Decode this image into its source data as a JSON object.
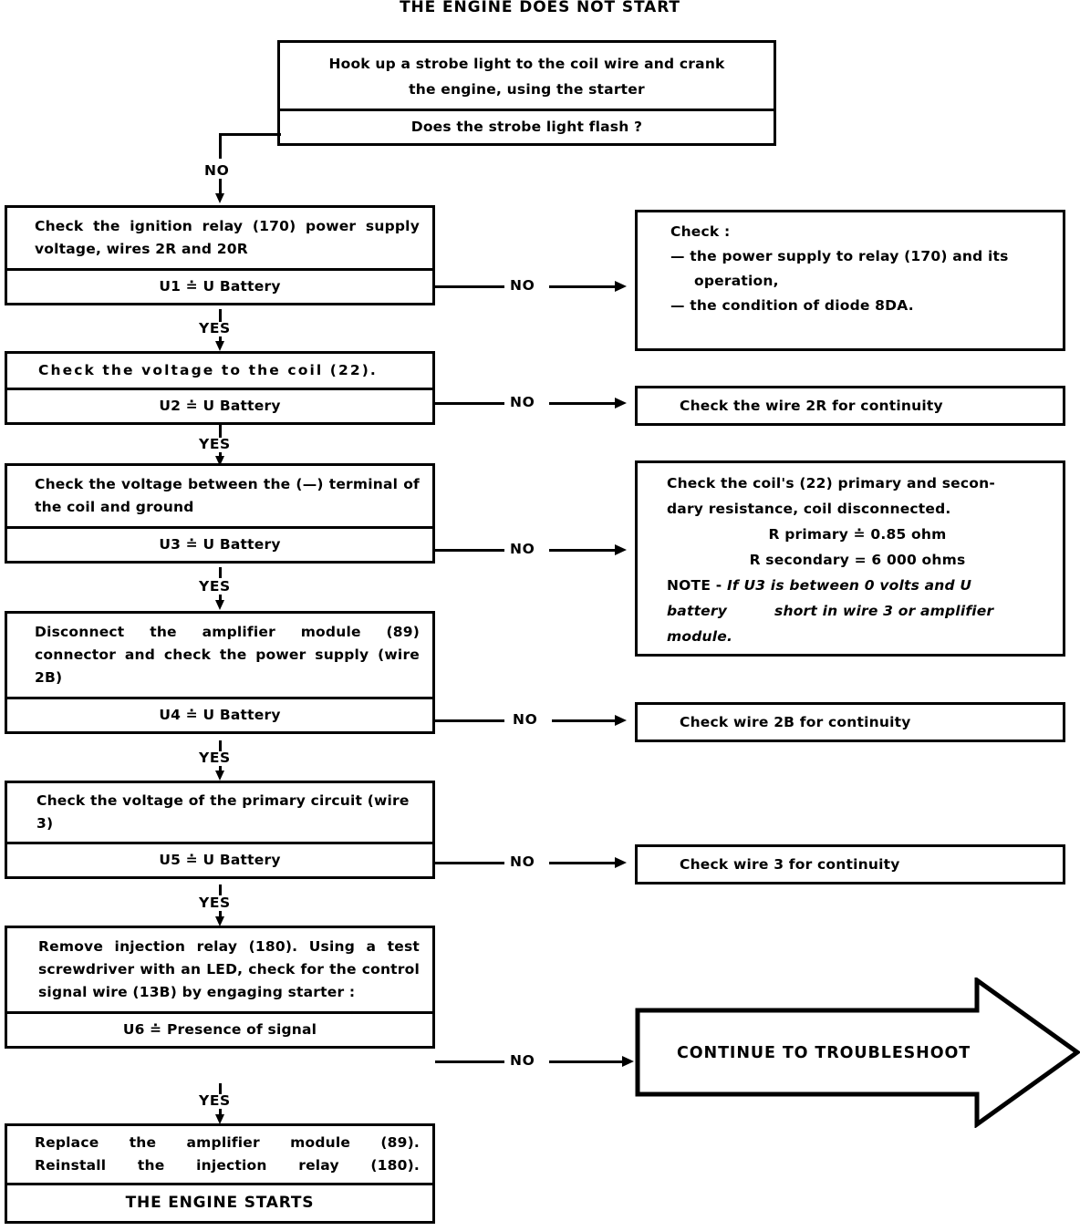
{
  "title": "THE ENGINE DOES NOT START",
  "labels": {
    "no": "NO",
    "yes": "YES"
  },
  "start": {
    "instruction": "Hook up a strobe light to the coil wire and crank the engine, using the starter",
    "question": "Does the strobe light flash ?"
  },
  "steps": [
    {
      "id": "u1",
      "instruction": "Check the ignition relay (170) power supply voltage, wires 2R and 20R",
      "condition": "U1 ≐ U Battery"
    },
    {
      "id": "u2",
      "instruction": "Check the voltage to the coil (22).",
      "condition": "U2 ≐ U Battery"
    },
    {
      "id": "u3",
      "instruction": "Check the voltage between the (—) terminal of the coil and ground",
      "condition": "U3 ≐ U Battery"
    },
    {
      "id": "u4",
      "instruction": "Disconnect the amplifier module (89) connector and check the power supply (wire 2B)",
      "condition": "U4 ≐ U Battery"
    },
    {
      "id": "u5",
      "instruction": "Check the voltage of the primary circuit (wire 3)",
      "condition": "U5 ≐ U Battery"
    },
    {
      "id": "u6",
      "instruction": "Remove injection relay (180). Using a test screwdriver with an LED, check for the control signal wire (13B) by engaging starter :",
      "condition": "U6 ≐ Presence of   signal"
    }
  ],
  "final": {
    "instruction_line1": "Replace the amplifier module (89).",
    "instruction_line2": "Reinstall the injection relay (180).",
    "result": "THE ENGINE STARTS"
  },
  "outcomes": {
    "u1": {
      "heading": "Check :",
      "item1": "— the power supply to relay (170) and its operation,",
      "item2": "— the condition of diode 8DA."
    },
    "u2": {
      "text": "Check the wire 2R for continuity"
    },
    "u3": {
      "line1": "Check the coil's (22) primary and secon-",
      "line2": "dary resistance, coil disconnected.",
      "r_primary": "R primary ≐ 0.85 ohm",
      "r_secondary": "R secondary = 6 000 ohms",
      "note_label": "NOTE - ",
      "note_line1": "If U3 is between 0 volts and U",
      "note_line2": "battery",
      "note_line3": "short in wire 3 or amplifier",
      "note_line4": "module."
    },
    "u4": {
      "text": "Check wire 2B for continuity"
    },
    "u5": {
      "text": "Check wire 3 for continuity"
    },
    "u6": {
      "text": "CONTINUE TO TROUBLESHOOT"
    }
  },
  "colors": {
    "ink": "#000000",
    "paper": "#ffffff"
  }
}
